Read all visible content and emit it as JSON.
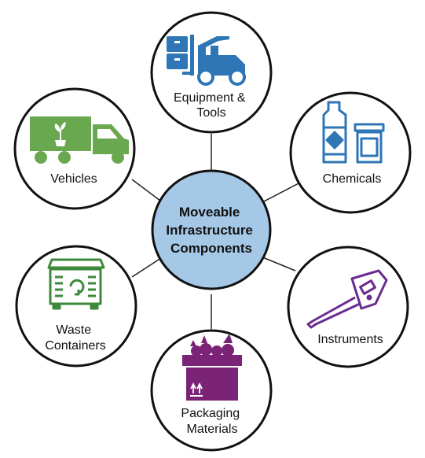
{
  "center": {
    "lines": [
      "Moveable",
      "Infrastructure",
      "Components"
    ],
    "fill": "#a5c8e6"
  },
  "nodes": {
    "equipment": {
      "lines": [
        "Equipment &",
        "Tools"
      ],
      "icon": "forklift-icon",
      "color": "#2e76b6"
    },
    "chemicals": {
      "lines": [
        "Chemicals"
      ],
      "icon": "chemical-bottles-icon",
      "color": "#2e76b6"
    },
    "instruments": {
      "lines": [
        "Instruments"
      ],
      "icon": "digital-thermometer-icon",
      "color": "#6a2c91"
    },
    "packaging": {
      "lines": [
        "Packaging",
        "Materials"
      ],
      "icon": "produce-box-icon",
      "color": "#7b2376"
    },
    "waste": {
      "lines": [
        "Waste",
        "Containers"
      ],
      "icon": "recycling-dumpster-icon",
      "color": "#3e8a3a"
    },
    "vehicles": {
      "lines": [
        "Vehicles"
      ],
      "icon": "delivery-truck-icon",
      "color": "#6aa84f"
    }
  }
}
